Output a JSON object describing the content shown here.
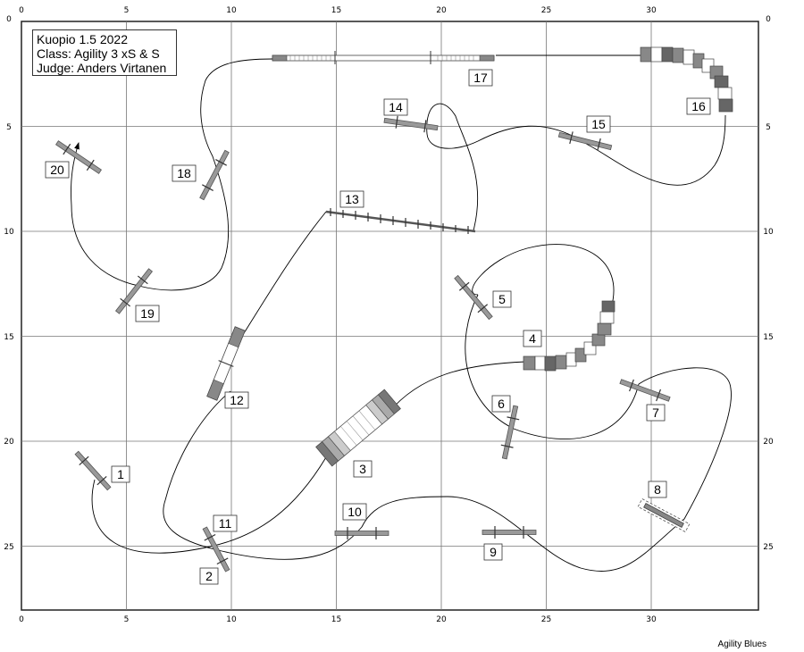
{
  "header": {
    "event": "Kuopio 1.5 2022",
    "class_line": "Class: Agility 3 xS & S",
    "judge_line": "Judge: Anders Virtanen"
  },
  "credit": "Agility Blues",
  "grid": {
    "x_ticks": [
      "0",
      "5",
      "10",
      "15",
      "20",
      "25",
      "30"
    ],
    "y_ticks": [
      "0",
      "5",
      "10",
      "15",
      "20",
      "25"
    ]
  },
  "obstacles": [
    {
      "number": "1",
      "type": "jump"
    },
    {
      "number": "2",
      "type": "jump"
    },
    {
      "number": "3",
      "type": "tunnel"
    },
    {
      "number": "4",
      "type": "tunnel"
    },
    {
      "number": "5",
      "type": "jump"
    },
    {
      "number": "6",
      "type": "jump"
    },
    {
      "number": "7",
      "type": "jump"
    },
    {
      "number": "8",
      "type": "tire"
    },
    {
      "number": "9",
      "type": "jump"
    },
    {
      "number": "10",
      "type": "jump"
    },
    {
      "number": "11",
      "type": "jump"
    },
    {
      "number": "12",
      "type": "seesaw"
    },
    {
      "number": "13",
      "type": "weave-poles"
    },
    {
      "number": "14",
      "type": "jump"
    },
    {
      "number": "15",
      "type": "jump"
    },
    {
      "number": "16",
      "type": "tunnel"
    },
    {
      "number": "17",
      "type": "dog-walk"
    },
    {
      "number": "18",
      "type": "jump"
    },
    {
      "number": "19",
      "type": "jump"
    },
    {
      "number": "20",
      "type": "jump"
    }
  ],
  "colors": {
    "grid": "#555555",
    "obstacle": "#888888",
    "dark": "#666666",
    "path": "#000000"
  }
}
